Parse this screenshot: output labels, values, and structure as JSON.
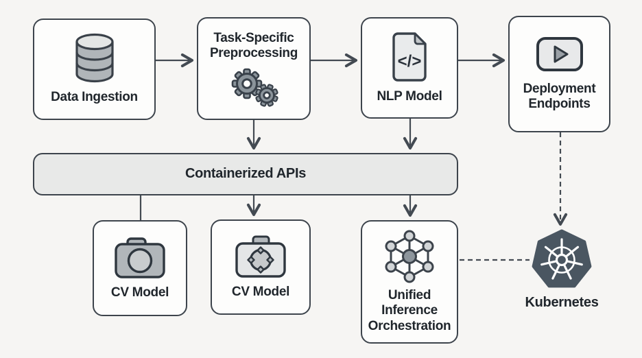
{
  "diagram": {
    "type": "ml-pipeline-flowchart",
    "colors": {
      "background": "#f6f5f3",
      "box_fill": "#fdfdfc",
      "box_border": "#3d444c",
      "bar_fill": "#e8e9e8",
      "arrow": "#434a52",
      "text": "#20262c",
      "icon_gray_dark": "#8b949b",
      "icon_gray_mid": "#b1b6ba",
      "icon_gray_light": "#e7e9ea",
      "kubernetes_dark": "#4a5661"
    }
  },
  "nodes": {
    "data_ingestion": {
      "label": "Data Ingestion",
      "icon": "database-icon"
    },
    "preprocessing": {
      "lines": [
        "Task-Specific",
        "Preprocessing"
      ],
      "icon": "gears-icon"
    },
    "nlp_model": {
      "label": "NLP Model",
      "icon": "code-file-icon",
      "glyph": "</>"
    },
    "deployment": {
      "lines": [
        "Deployment",
        "Endpoints"
      ],
      "icon": "play-icon"
    },
    "containerized_apis": {
      "label": "Containerized APIs"
    },
    "cv_model_left": {
      "label": "CV Model",
      "icon": "camera-icon"
    },
    "cv_model_right": {
      "label": "CV Model",
      "icon": "camera-focus-icon"
    },
    "orchestration": {
      "lines": [
        "Unified",
        "Inference",
        "Orchestration"
      ],
      "icon": "network-icon"
    },
    "kubernetes": {
      "label": "Kubernetes",
      "icon": "kubernetes-wheel-icon"
    }
  },
  "icons": {
    "database-icon": "stacked-cylinder-database",
    "gears-icon": "two-cog-gears",
    "code-file-icon": "document-with-code-brackets",
    "play-icon": "play-button-rounded-rect",
    "camera-icon": "camera-with-lens",
    "camera-focus-icon": "camera-with-focus-lens",
    "network-icon": "hexagonal-node-graph",
    "kubernetes-wheel-icon": "helm-wheel-in-heptagon"
  },
  "edges": [
    {
      "from": "Data Ingestion",
      "to": "Task-Specific Preprocessing",
      "style": "solid-arrow"
    },
    {
      "from": "Task-Specific Preprocessing",
      "to": "NLP Model",
      "style": "solid-arrow"
    },
    {
      "from": "NLP Model",
      "to": "Deployment Endpoints",
      "style": "solid-arrow"
    },
    {
      "from": "Task-Specific Preprocessing",
      "to": "Containerized APIs",
      "style": "solid-arrow"
    },
    {
      "from": "NLP Model",
      "to": "Containerized APIs",
      "style": "solid-arrow"
    },
    {
      "from": "Containerized APIs",
      "to": "CV Model (left)",
      "style": "solid-line"
    },
    {
      "from": "Containerized APIs",
      "to": "CV Model (right)",
      "style": "solid-arrow"
    },
    {
      "from": "Containerized APIs",
      "to": "Unified Inference Orchestration",
      "style": "solid-arrow"
    },
    {
      "from": "Deployment Endpoints",
      "to": "Kubernetes",
      "style": "dashed-arrow"
    },
    {
      "from": "Unified Inference Orchestration",
      "to": "Kubernetes",
      "style": "dashed-line"
    }
  ]
}
